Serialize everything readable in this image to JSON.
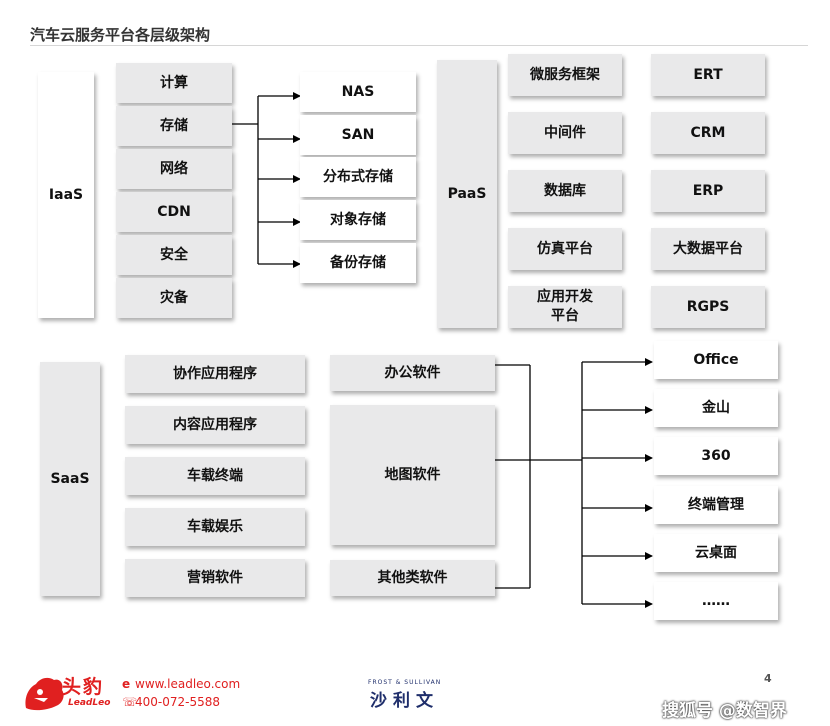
{
  "title": "汽车云服务平台各层级架构",
  "iaas": {
    "label": "IaaS",
    "items": [
      "计算",
      "存储",
      "网络",
      "CDN",
      "安全",
      "灾备"
    ],
    "storage_types": [
      "NAS",
      "SAN",
      "分布式存储",
      "对象存储",
      "备份存储"
    ]
  },
  "paas": {
    "label": "PaaS",
    "col1": [
      "微服务框架",
      "中间件",
      "数据库",
      "仿真平台",
      "应用开发\n平台"
    ],
    "col2": [
      "ERT",
      "CRM",
      "ERP",
      "大数据平台",
      "RGPS"
    ]
  },
  "saas": {
    "label": "SaaS",
    "categories": [
      "协作应用程序",
      "内容应用程序",
      "车载终端",
      "车载娱乐",
      "营销软件"
    ],
    "software": [
      "办公软件",
      "地图软件",
      "其他类软件"
    ],
    "outputs": [
      "Office",
      "金山",
      "360",
      "终端管理",
      "云桌面",
      "……"
    ]
  },
  "footer": {
    "brand_cn": "头豹",
    "brand_en": "LeadLeo",
    "website": "www.leadleo.com",
    "phone": "400-072-5588",
    "partner_en": "FROST & SULLIVAN",
    "partner_cn": "沙利文",
    "page": "4",
    "watermark": "搜狐号 @数智界"
  },
  "colors": {
    "brand_red": "#e02020",
    "partner_blue": "#1f2e6b",
    "box_gray": "#e9e9ea"
  }
}
